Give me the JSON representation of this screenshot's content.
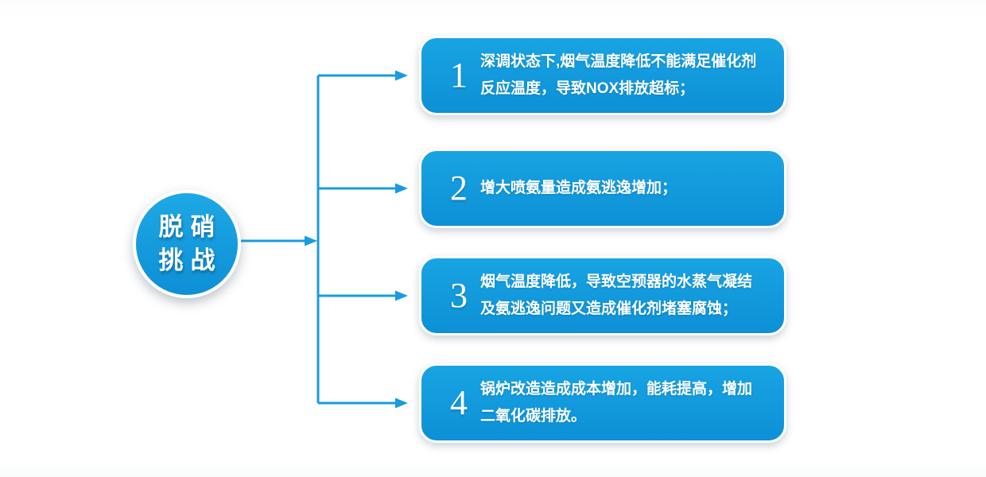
{
  "circle": {
    "line1": "脱硝",
    "line2": "挑战"
  },
  "items": [
    {
      "number": "1",
      "lines": [
        "深调状态下,烟气温度降低不能满足催化剂",
        "反应温度，导致NOX排放超标；"
      ]
    },
    {
      "number": "2",
      "lines": [
        "增大喷氨量造成氨逃逸增加；"
      ]
    },
    {
      "number": "3",
      "lines": [
        "烟气温度降低，导致空预器的水蒸气凝结",
        "及氨逃逸问题又造成催化剂堵塞腐蚀；"
      ]
    },
    {
      "number": "4",
      "lines": [
        "锅炉改造造成成本增加，能耗提高，增加",
        "二氧化碳排放。"
      ]
    }
  ],
  "colors": {
    "box_blue_top": "#18a4e3",
    "box_blue_bottom": "#0d90d6",
    "arrow_blue": "#189be1",
    "text_white": "#ffffff"
  }
}
